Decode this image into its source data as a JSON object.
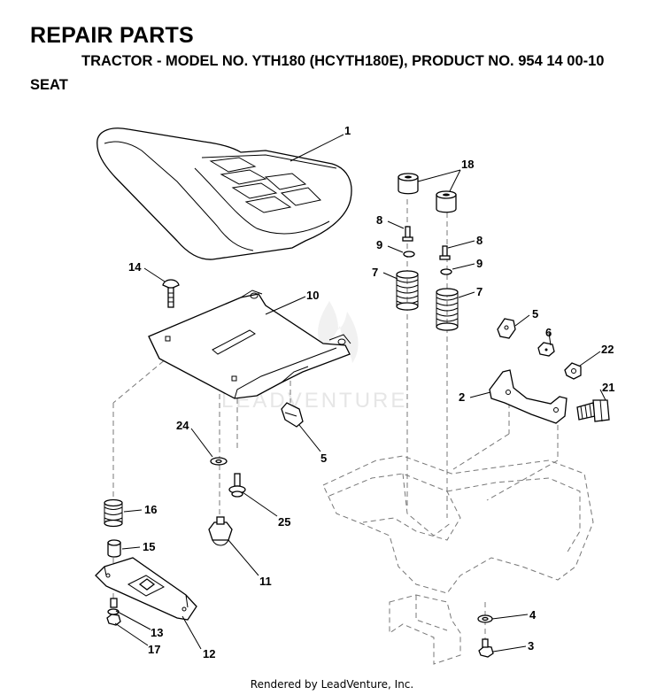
{
  "header": {
    "title": "REPAIR PARTS",
    "subtitle": "TRACTOR - MODEL NO. YTH180 (HCYTH180E), PRODUCT NO. 954 14 00-10",
    "section": "SEAT"
  },
  "watermark": "LEADVENTURE",
  "footer": "Rendered by LeadVenture, Inc.",
  "callouts": {
    "c1": "1",
    "c18": "18",
    "c8a": "8",
    "c8b": "8",
    "c9a": "9",
    "c9b": "9",
    "c7a": "7",
    "c7b": "7",
    "c14": "14",
    "c10": "10",
    "c5a": "5",
    "c5b": "5",
    "c6": "6",
    "c22": "22",
    "c2": "2",
    "c21": "21",
    "c24": "24",
    "c16": "16",
    "c25": "25",
    "c15": "15",
    "c11": "11",
    "c13": "13",
    "c12": "12",
    "c17": "17",
    "c4": "4",
    "c3": "3"
  },
  "icons": {
    "watermark_logo": "leadventure-flame-logo"
  }
}
